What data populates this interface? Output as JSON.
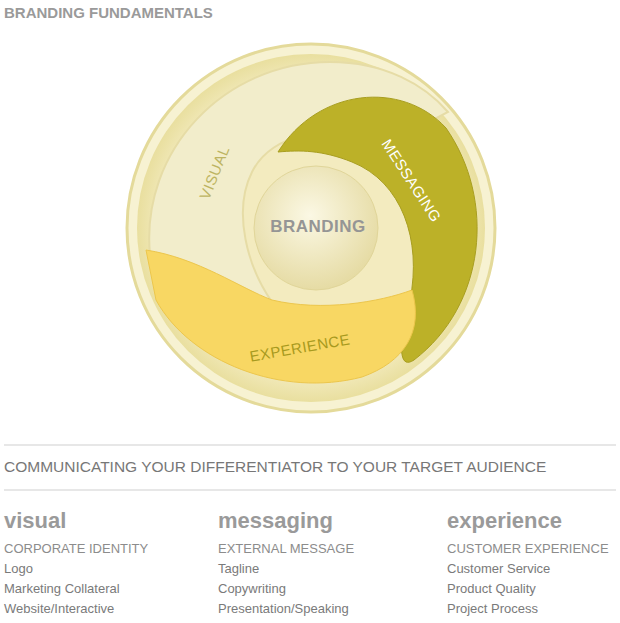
{
  "diagram": {
    "title": "BRANDING FUNDAMENTALS",
    "caption": "COMMUNICATING YOUR DIFFERENTIATOR TO YOUR TARGET AUDIENCE",
    "nodes": [
      {
        "text": [
          "VISUAL"
        ]
      },
      {
        "text": [
          "MESSAGING"
        ]
      },
      {
        "text": [
          "BRANDING"
        ]
      },
      {
        "text": [
          "EXPERIENCE"
        ]
      }
    ],
    "labels": [
      "visual",
      "CORPORATE IDENTITY",
      "Logo",
      "Marketing Collateral",
      "Website/Interactive",
      "messaging",
      "EXTERNAL MESSAGE",
      "Tagline",
      "Copywriting",
      "Presentation/Speaking",
      "experience",
      "CUSTOMER EXPERIENCE",
      "Customer Service",
      "Product Quality",
      "Project Process"
    ]
  }
}
